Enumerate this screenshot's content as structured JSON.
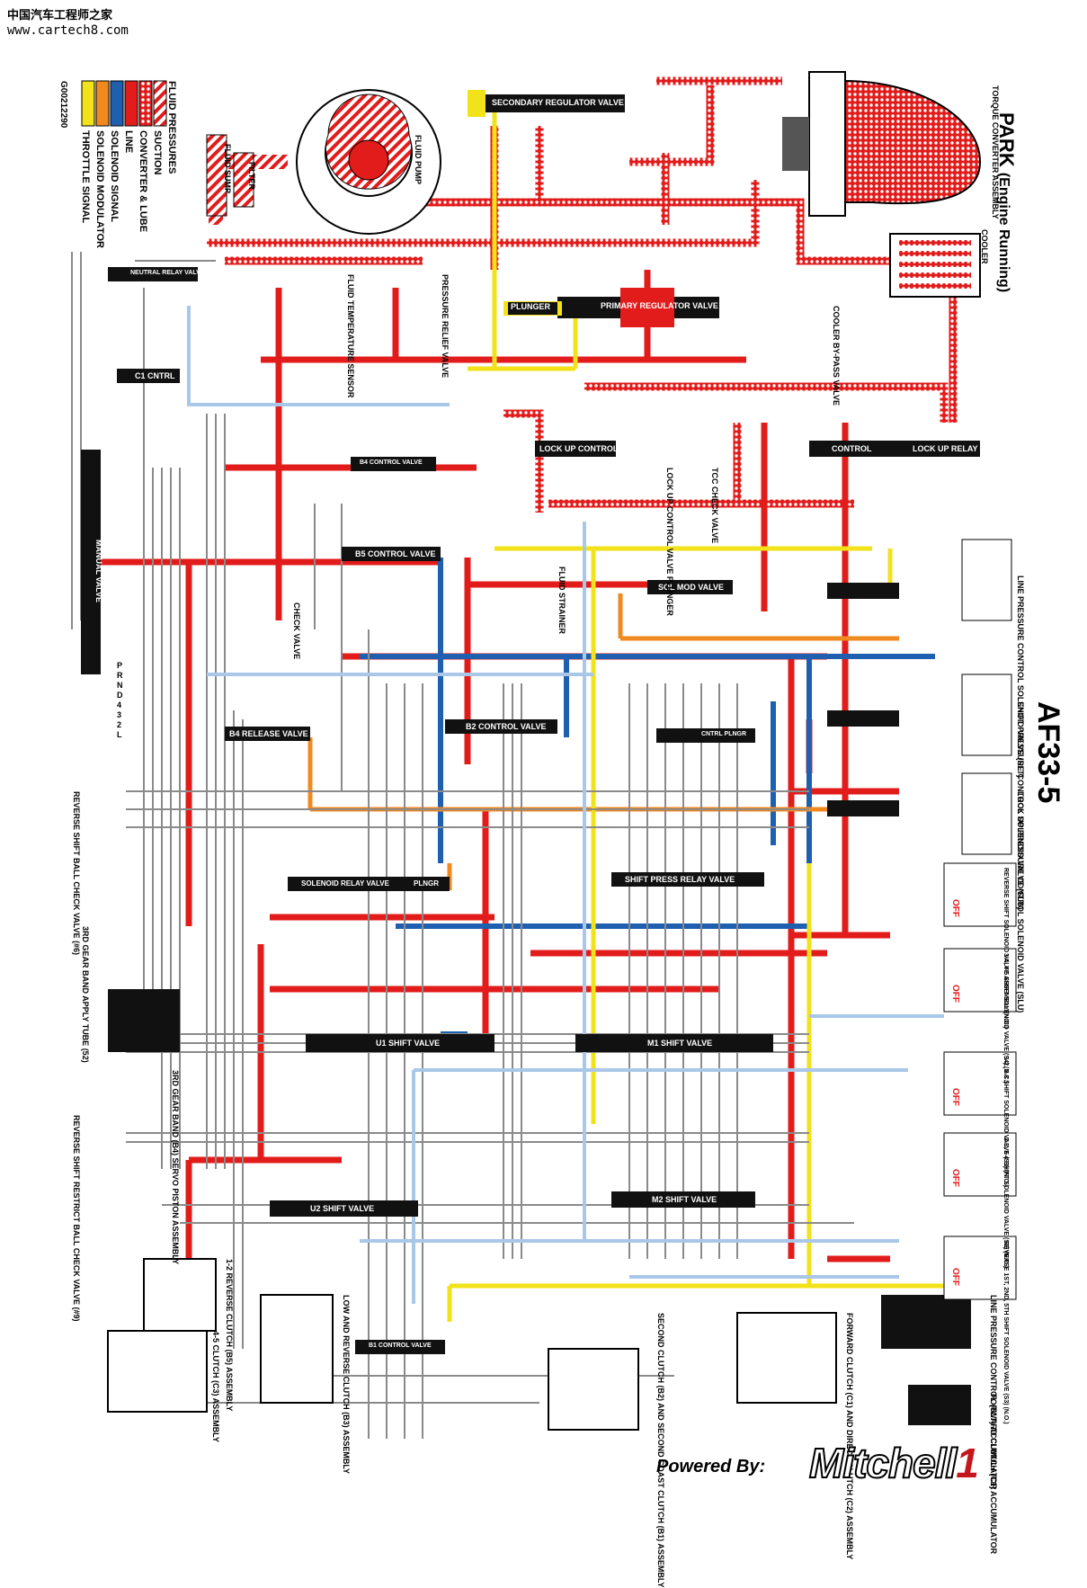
{
  "watermark": {
    "line1": "中国汽车工程师之家",
    "line2": "www.cartech8.com"
  },
  "doc_id": "G00212290",
  "legend": {
    "title": "FLUID PRESSURES",
    "items": [
      {
        "label": "SUCTION",
        "color": "#e21b1b",
        "pattern": "stripe"
      },
      {
        "label": "CONVERTER & LUBE",
        "color": "#e21b1b",
        "pattern": "dots"
      },
      {
        "label": "LINE",
        "color": "#e21b1b",
        "pattern": "solid"
      },
      {
        "label": "SOLENOID SIGNAL",
        "color": "#1f5fb0",
        "pattern": "solid"
      },
      {
        "label": "SOLENOID MODULATOR",
        "color": "#f08a1f",
        "pattern": "solid"
      },
      {
        "label": "THROTTLE SIGNAL",
        "color": "#f2e21a",
        "pattern": "solid"
      }
    ]
  },
  "header": {
    "mode": "PARK",
    "condition": "(Engine Running)",
    "model": "AF33-5"
  },
  "components": {
    "torque_converter": "TORQUE CONVERTER ASSEMBLY",
    "cooler": "COOLER",
    "fluid_pump": "FLUID PUMP",
    "filter": "FILTER",
    "fluid_sump": "FLUID SUMP",
    "temp_sensor": "FLUID TEMPERATURE SENSOR",
    "pressure_relief": "PRESSURE RELIEF VALVE",
    "secondary_regulator": "SECONDARY REGULATOR VALVE",
    "primary_regulator": "PRIMARY REGULATOR VALVE",
    "plunger": "PLUNGER",
    "cooler_bypass": "COOLER BY-PASS VALVE",
    "neutral_relay": "NEUTRAL RELAY VALVE",
    "c1_cntrl": "C1 CNTRL",
    "manual_valve": "MANUAL VALVE",
    "lockup_control": "LOCK UP CONTROL",
    "lockup_control_plunger": "LOCK UP CONTROL VALVE PLUNGER",
    "tcc_check": "TCC CHECK VALVE",
    "control": "CONTROL",
    "lockup_relay": "LOCK UP RELAY",
    "b4_control": "B4 CONTROL VALVE",
    "b5_control": "B5 CONTROL VALVE",
    "check_valve": "CHECK VALVE",
    "fluid_strainer": "FLUID STRAINER",
    "sol_mod": "SOL MOD VALVE",
    "b4_release": "B4 RELEASE VALVE",
    "b2_control": "B2 CONTROL VALVE",
    "cntrl_plngr": "CNTRL PLNGR",
    "solenoid_relay": "SOLENOID RELAY VALVE",
    "plngr": "PLNGR",
    "shift_press_relay": "SHIFT PRESS RELAY VALVE",
    "u1_shift": "U1 SHIFT VALVE",
    "m1_shift": "M1 SHIFT VALVE",
    "u2_shift": "U2 SHIFT VALVE",
    "m2_shift": "M2 SHIFT VALVE",
    "b1_control": "B1 CONTROL VALVE",
    "line_pressure_control_sol": "LINE PRESSURE CONTROL SOLENOID VALVE (SLT)",
    "shift_pressure_sol": "SHIFT PRESSURE CONTROL SOLENOID VALVE (SLS)",
    "lockup_pressure_sol": "LOCK UP PRESSURE CONTROL SOLENOID VALVE (SLU)",
    "line_pressure_accumulator": "LINE PRESSURE CONTROL (SLT) ACCUMULATOR",
    "forward_clutch_accumulator": "FORWARD CLUTCH (C1) ACCUMULATOR",
    "forward_direct_clutch": "FORWARD CLUTCH (C1) AND DIRECT CLUTCH (C2) ASSEMBLY",
    "second_clutch": "SECOND CLUTCH (B2) AND SECOND COAST CLUTCH (B1) ASSEMBLY",
    "low_reverse_clutch": "LOW AND REVERSE CLUTCH (B3) ASSEMBLY",
    "reverse_clutch": "1-2 REVERSE CLUTCH (B5) ASSEMBLY",
    "clutch_34": "4-5 CLUTCH (C3) ASSEMBLY",
    "third_gear_band": "3RD GEAR BAND APPLY TUBE (52)",
    "band_servo": "3RD GEAR BAND (B4) SERVO PISTON ASSEMBLY",
    "reverse_shift_check": "REVERSE SHIFT BALL CHECK VALVE (#6)",
    "reverse_shift_restrict": "REVERSE SHIFT RESTRICT BALL CHECK VALVE (#9)",
    "range_letters": [
      "P",
      "R",
      "N",
      "D",
      "4",
      "3",
      "2",
      "L"
    ]
  },
  "solenoids": [
    {
      "label": "REVERSE SHIFT SOLENOID VALVE ASSEMBLY (N.C.)",
      "state": "OFF"
    },
    {
      "label": "3-4, 4-5 SHIFT SOLENOID VALVE (S4) (N.C.)",
      "state": "OFF"
    },
    {
      "label": "1-2, 2-3 SHIFT SOLENOID VALVE (S1) (N.O.)",
      "state": "OFF"
    },
    {
      "label": "2-3, 3-4 SHIFT SOLENOID VALVE (S2) (N.O.)",
      "state": "OFF"
    },
    {
      "label": "REVERSE 1ST, 2ND, 5TH SHIFT SOLENOID VALVE (S3) (N.O.)",
      "state": "OFF"
    }
  ],
  "footer": {
    "powered": "Powered By:",
    "brand": "Mitchell",
    "brand_suffix": "1"
  }
}
